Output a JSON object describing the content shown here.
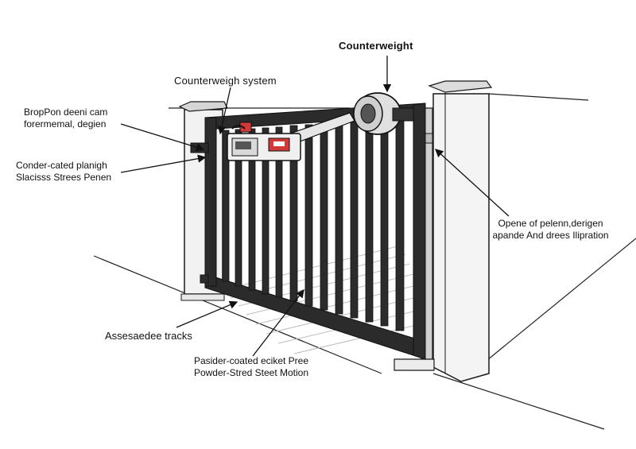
{
  "labels": {
    "counterweight": "Counterweight",
    "counterweight_system": "Counterweigh system",
    "dropon_line1": "BropPon deeni cam",
    "dropon_line2": "forermemal, degien",
    "coated_line1": "Conder-cated planigh",
    "coated_line2": "Slacisss Strees Penen",
    "opener_line1": "Opene of pelenn,derigen",
    "opener_line2": "apande And drees Ilipration",
    "tracks": "Assesaedee tracks",
    "powder_line1": "Pasider-coated eciket Pree",
    "powder_line2": "Powder-Stred Steet Motion"
  },
  "colors": {
    "gate_frame": "#2b2b2b",
    "post": "#f2f2f2",
    "outline": "#1a1a1a",
    "opener_accent": "#d23a3a"
  },
  "icons": {
    "counterweight": "counterweight-pulley-icon",
    "opener": "motor-opener-icon"
  }
}
